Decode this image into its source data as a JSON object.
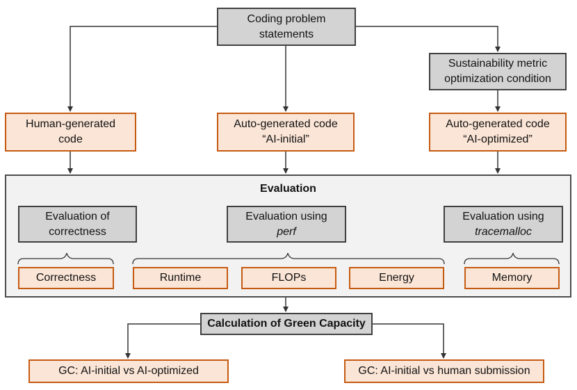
{
  "nodes": {
    "coding_problems": "Coding problem statements",
    "sustainability": "Sustainability metric optimization condition",
    "human_code": "Human-generated code",
    "ai_initial_line1": "Auto-generated code",
    "ai_initial_line2": "“AI-initial”",
    "ai_optimized_line1": "Auto-generated code",
    "ai_optimized_line2": "“AI-optimized”",
    "evaluation_title": "Evaluation",
    "eval_correctness": "Evaluation of correctness",
    "eval_perf_prefix": "Evaluation using",
    "eval_perf_tool": "perf",
    "eval_tracemalloc_prefix": "Evaluation using",
    "eval_tracemalloc_tool": "tracemalloc",
    "metric_correctness": "Correctness",
    "metric_runtime": "Runtime",
    "metric_flops": "FLOPs",
    "metric_energy": "Energy",
    "metric_memory": "Memory",
    "green_capacity": "Calculation of Green Capacity",
    "gc_optimized": "GC: AI-initial vs AI-optimized",
    "gc_human": "GC: AI-initial vs human submission"
  },
  "colors": {
    "gray_fill": "#d3d3d3",
    "gray_border": "#404040",
    "orange_fill": "#fbe5d6",
    "orange_border": "#c55a11",
    "panel_fill": "#f2f2f2",
    "line": "#333333"
  }
}
